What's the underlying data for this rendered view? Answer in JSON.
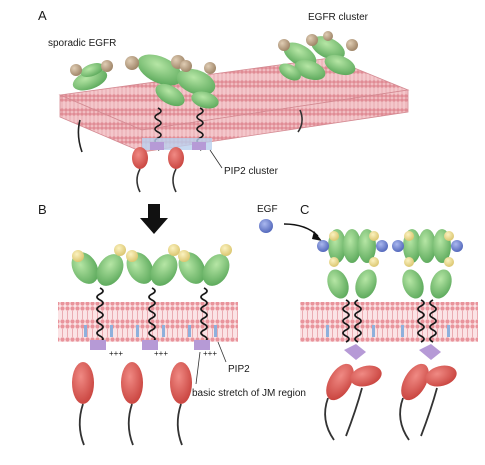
{
  "panels": {
    "a": "A",
    "b": "B",
    "c": "C"
  },
  "labels": {
    "sporadic": "sporadic EGFR",
    "cluster": "EGFR cluster",
    "pip2_cluster": "PIP2 cluster",
    "egf": "EGF",
    "pip2": "PIP2",
    "basic_stretch": "basic stretch of JM region",
    "plus_signs": "+++"
  },
  "colors": {
    "membrane": "#e79aa0",
    "membrane_dark": "#c8707a",
    "receptor_green": "#7ec97e",
    "ligand_tan": "#b59a7a",
    "ligand_yellow": "#e8d98a",
    "egf_blue": "#6a7fcf",
    "kinase_red": "#d85450",
    "pip2_blue": "#8fb0dc",
    "jm_purple": "#b69ad6",
    "arrow_black": "#111111"
  }
}
